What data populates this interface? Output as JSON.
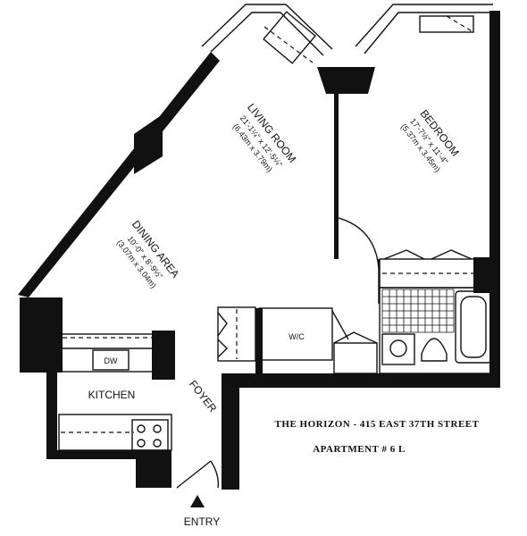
{
  "living_room": {
    "name": "LIVING ROOM",
    "dim_imperial": "21'-1¼\" x 12'-5¼\"",
    "dim_metric": "(6.43m x 3.79m)"
  },
  "bedroom": {
    "name": "BEDROOM",
    "dim_imperial": "17'-7½\" x 11'-4\"",
    "dim_metric": "(5.37m x 3.45m)"
  },
  "dining_area": {
    "name": "DINING AREA",
    "dim_imperial": "10'-0\" x 8'-9½\"",
    "dim_metric": "(3.07m x 3.04m)"
  },
  "kitchen": {
    "name": "KITCHEN",
    "dw": "DW"
  },
  "wic": "W/C",
  "foyer": "FOYER",
  "entry": "ENTRY",
  "building_caption": "THE HORIZON - 415 EAST 37TH STREET",
  "apartment_caption": "APARTMENT # 6 L"
}
